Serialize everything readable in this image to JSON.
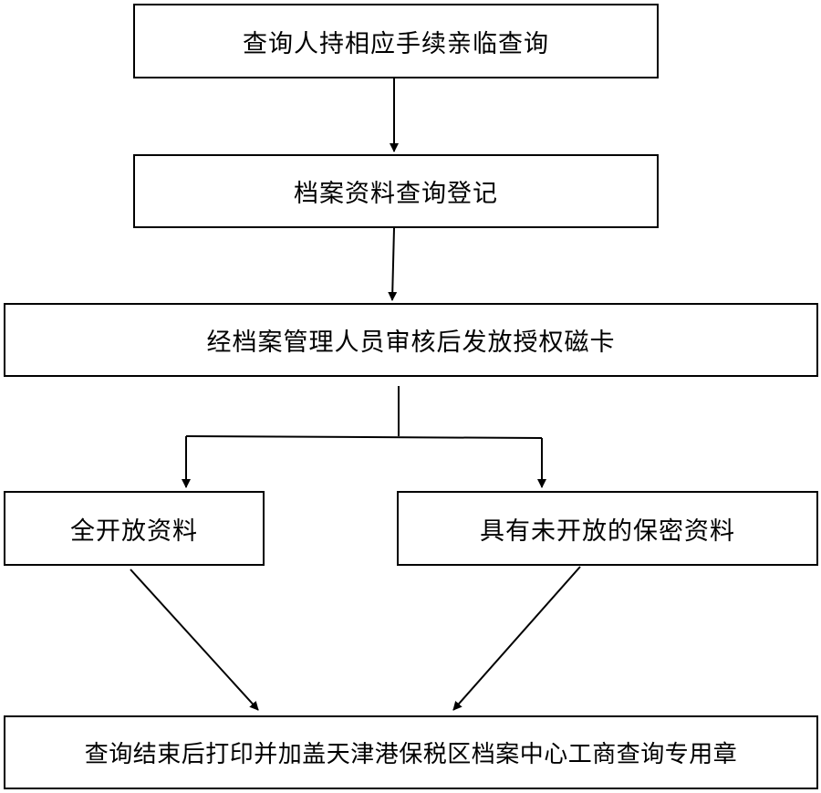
{
  "steps": {
    "step1": "查询人持相应手续亲临查询",
    "step2": "档案资料查询登记",
    "step3": "经档案管理人员审核后发放授权磁卡",
    "branch_open": "全开放资料",
    "branch_secret": "具有未开放的保密资料",
    "final": "查询结束后打印并加盖天津港保税区档案中心工商查询专用章"
  }
}
